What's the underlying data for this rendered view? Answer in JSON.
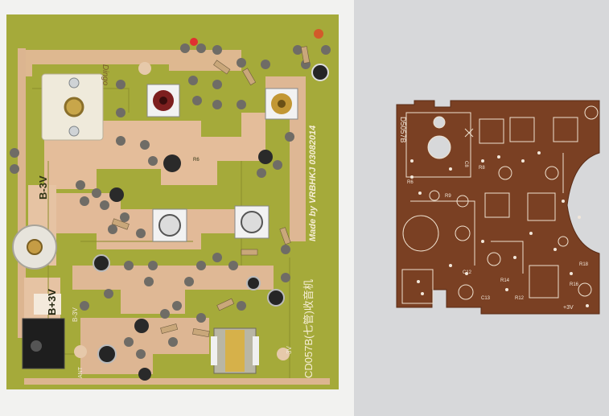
{
  "scene": {
    "background_color": "#d9dadc",
    "paper_color": "#f3f3f1",
    "green_board_color": "#a9ad3c",
    "copper_color": "#e2b994",
    "brown_board_color": "#7a4023",
    "silk_color": "#f2e7da"
  },
  "green_board": {
    "label_b_minus": "B-3V",
    "label_b_plus": "B+3V",
    "label_b3v_lower": "B-3V",
    "label_made_by": "Made by VRBHKJ 03082014",
    "label_model": "CD057B(七管)收音机",
    "label_corner": "Dingo",
    "label_ant": "ANT",
    "label_3v": "3V",
    "label_r6": "R6"
  },
  "brown_board": {
    "label_model": "D5057B",
    "label_c8": "C8",
    "label_r8": "R8",
    "label_r6": "R6",
    "label_r9": "R9",
    "label_c12": "C12",
    "label_r12": "R12",
    "label_r14": "R14",
    "label_c13": "C13",
    "label_r16": "R16",
    "label_r18": "R18",
    "label_3v": "+3V"
  }
}
